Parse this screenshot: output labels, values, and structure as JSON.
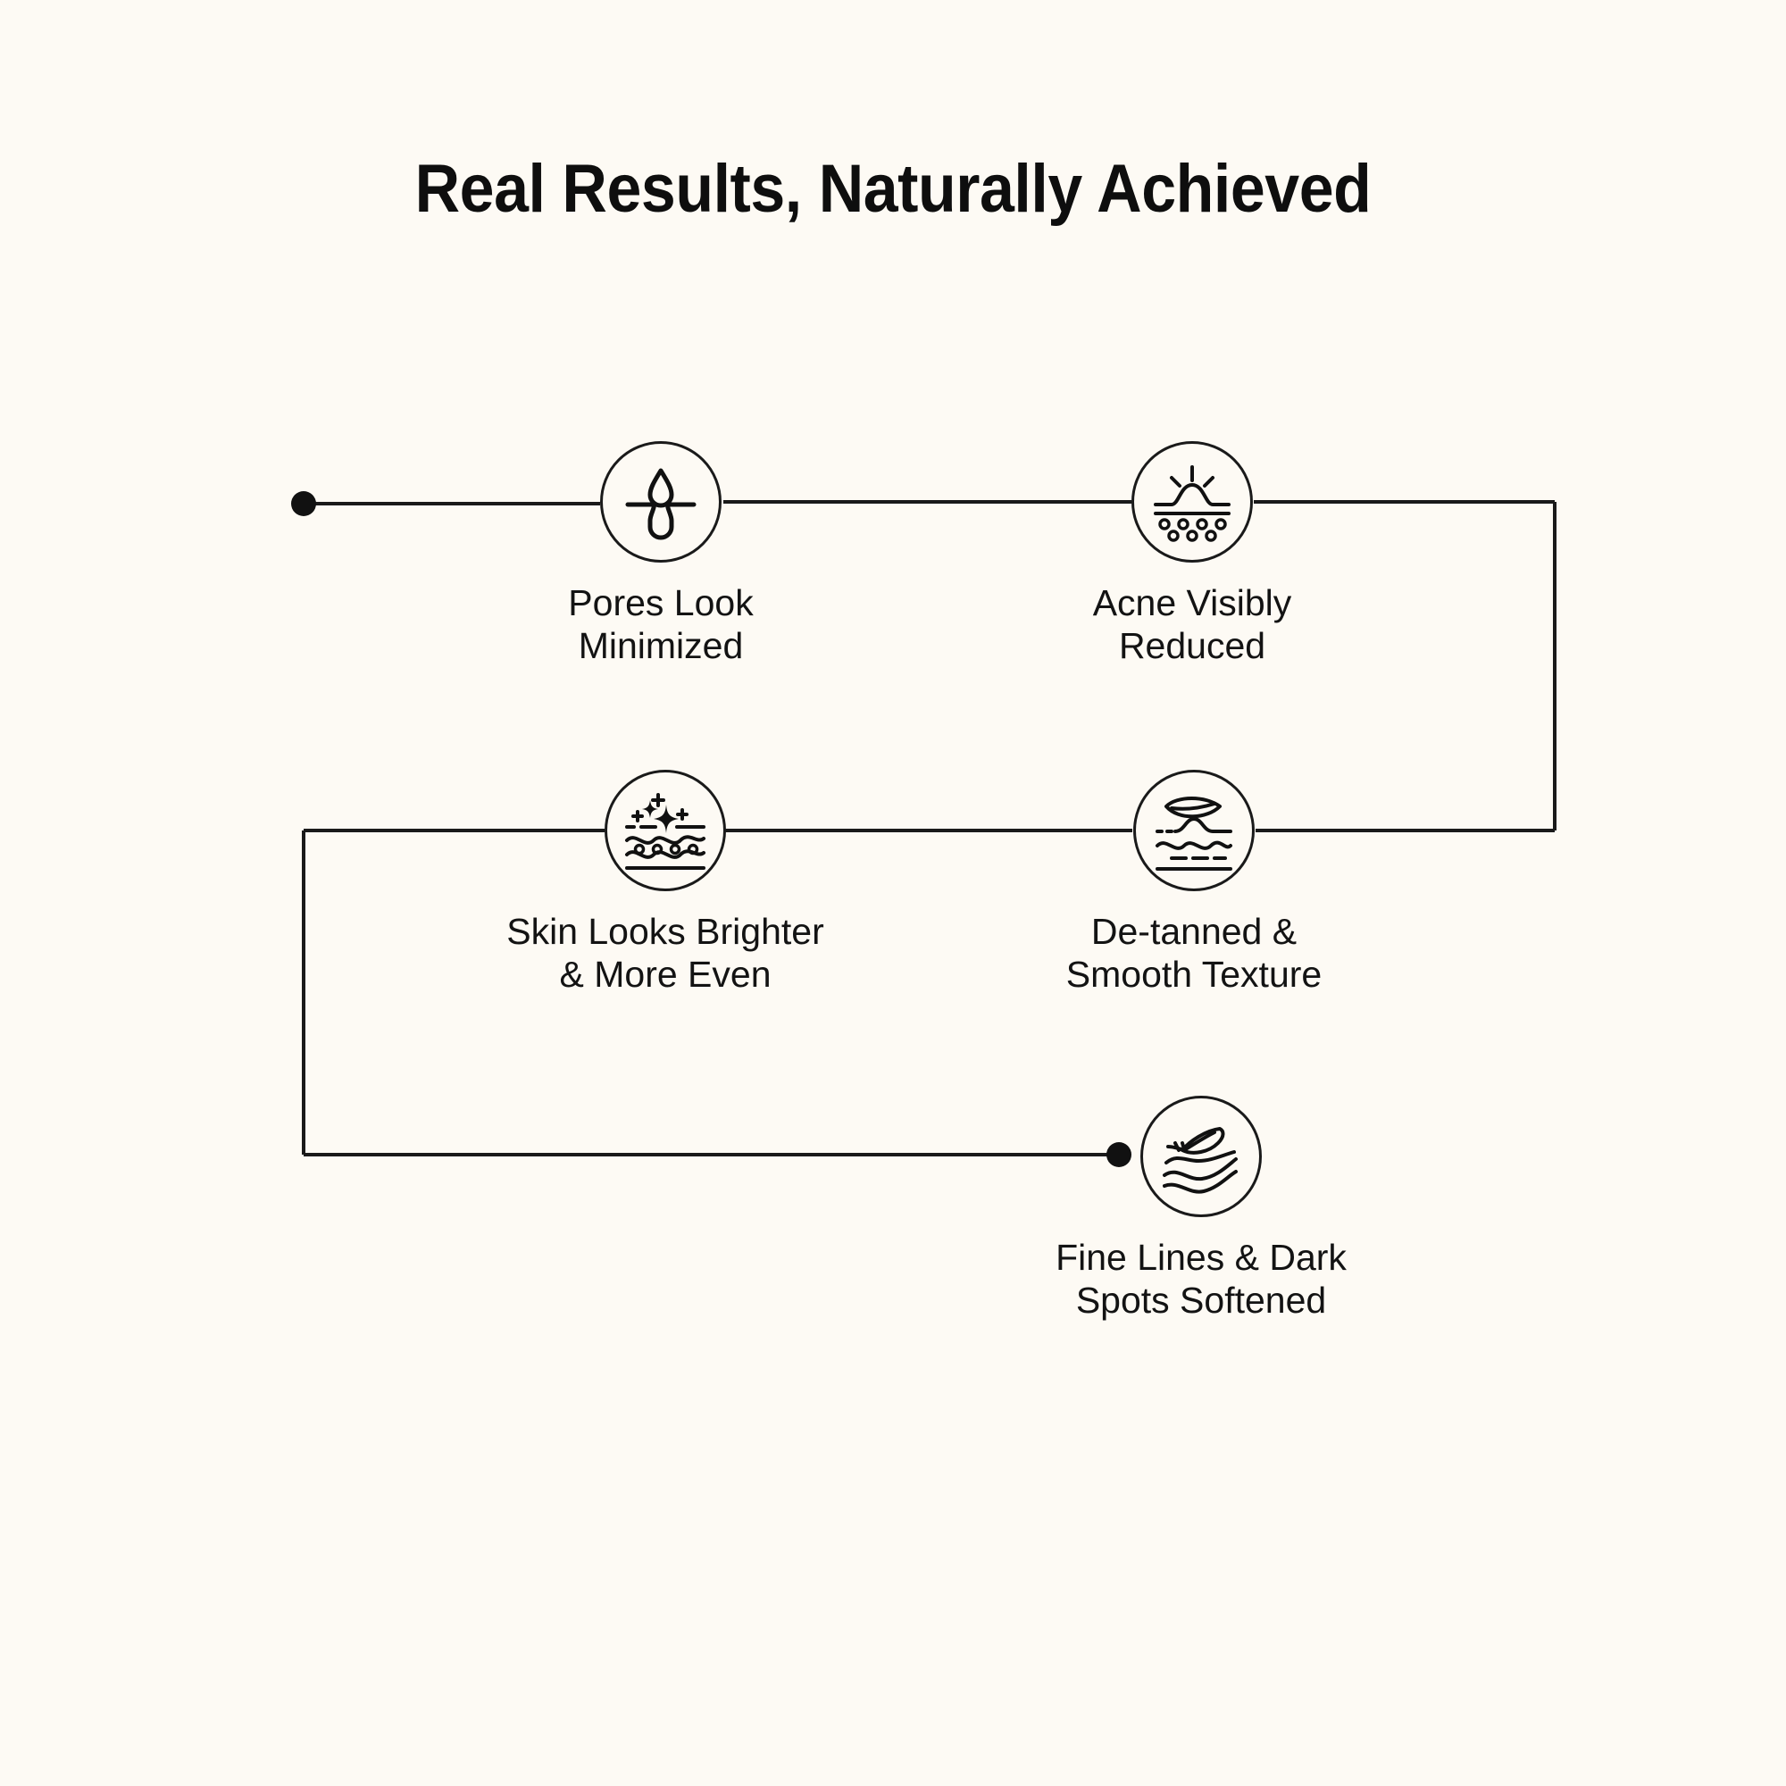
{
  "page": {
    "background_color": "#FDFAF4",
    "ink_color": "#111111",
    "title": "Real Results, Naturally Achieved"
  },
  "diagram": {
    "type": "flow-path",
    "orientation": "serpentine-left-to-right",
    "stroke_color": "#1A1A1A",
    "start_marker": "filled-dot",
    "end_marker": "filled-dot",
    "nodes": [
      {
        "id": "pores",
        "icon": "pore-droplet-icon",
        "label_line1": "Pores Look",
        "label_line2": "Minimized",
        "row": 1,
        "col": 1
      },
      {
        "id": "acne",
        "icon": "acne-bump-skin-icon",
        "label_line1": "Acne Visibly",
        "label_line2": "Reduced",
        "row": 1,
        "col": 2
      },
      {
        "id": "brightness",
        "icon": "sparkle-skin-layers-icon",
        "label_line1": "Skin Looks Brighter",
        "label_line2": "& More Even",
        "row": 2,
        "col": 1
      },
      {
        "id": "detan",
        "icon": "leaf-smooth-texture-icon",
        "label_line1": "De-tanned &",
        "label_line2": "Smooth Texture",
        "row": 2,
        "col": 2
      },
      {
        "id": "finelines",
        "icon": "feather-wave-icon",
        "label_line1": "Fine Lines & Dark",
        "label_line2": "Spots Softened",
        "row": 3,
        "col": 2
      }
    ]
  }
}
